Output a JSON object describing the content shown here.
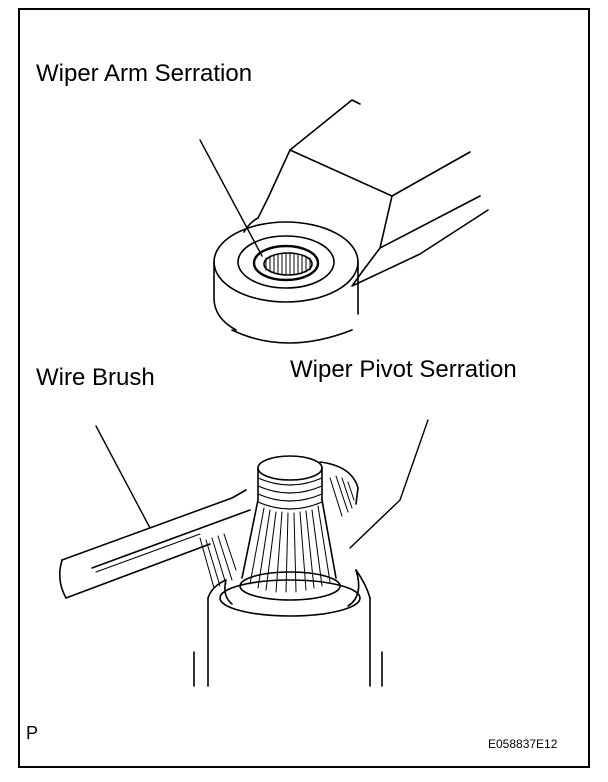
{
  "labels": {
    "wiper_arm_serration": "Wiper Arm Serration",
    "wire_brush": "Wire Brush",
    "wiper_pivot_serration": "Wiper Pivot Serration",
    "corner_mark": "P",
    "figure_code": "E058837E12"
  },
  "colors": {
    "ink": "#000000",
    "paper": "#ffffff"
  }
}
